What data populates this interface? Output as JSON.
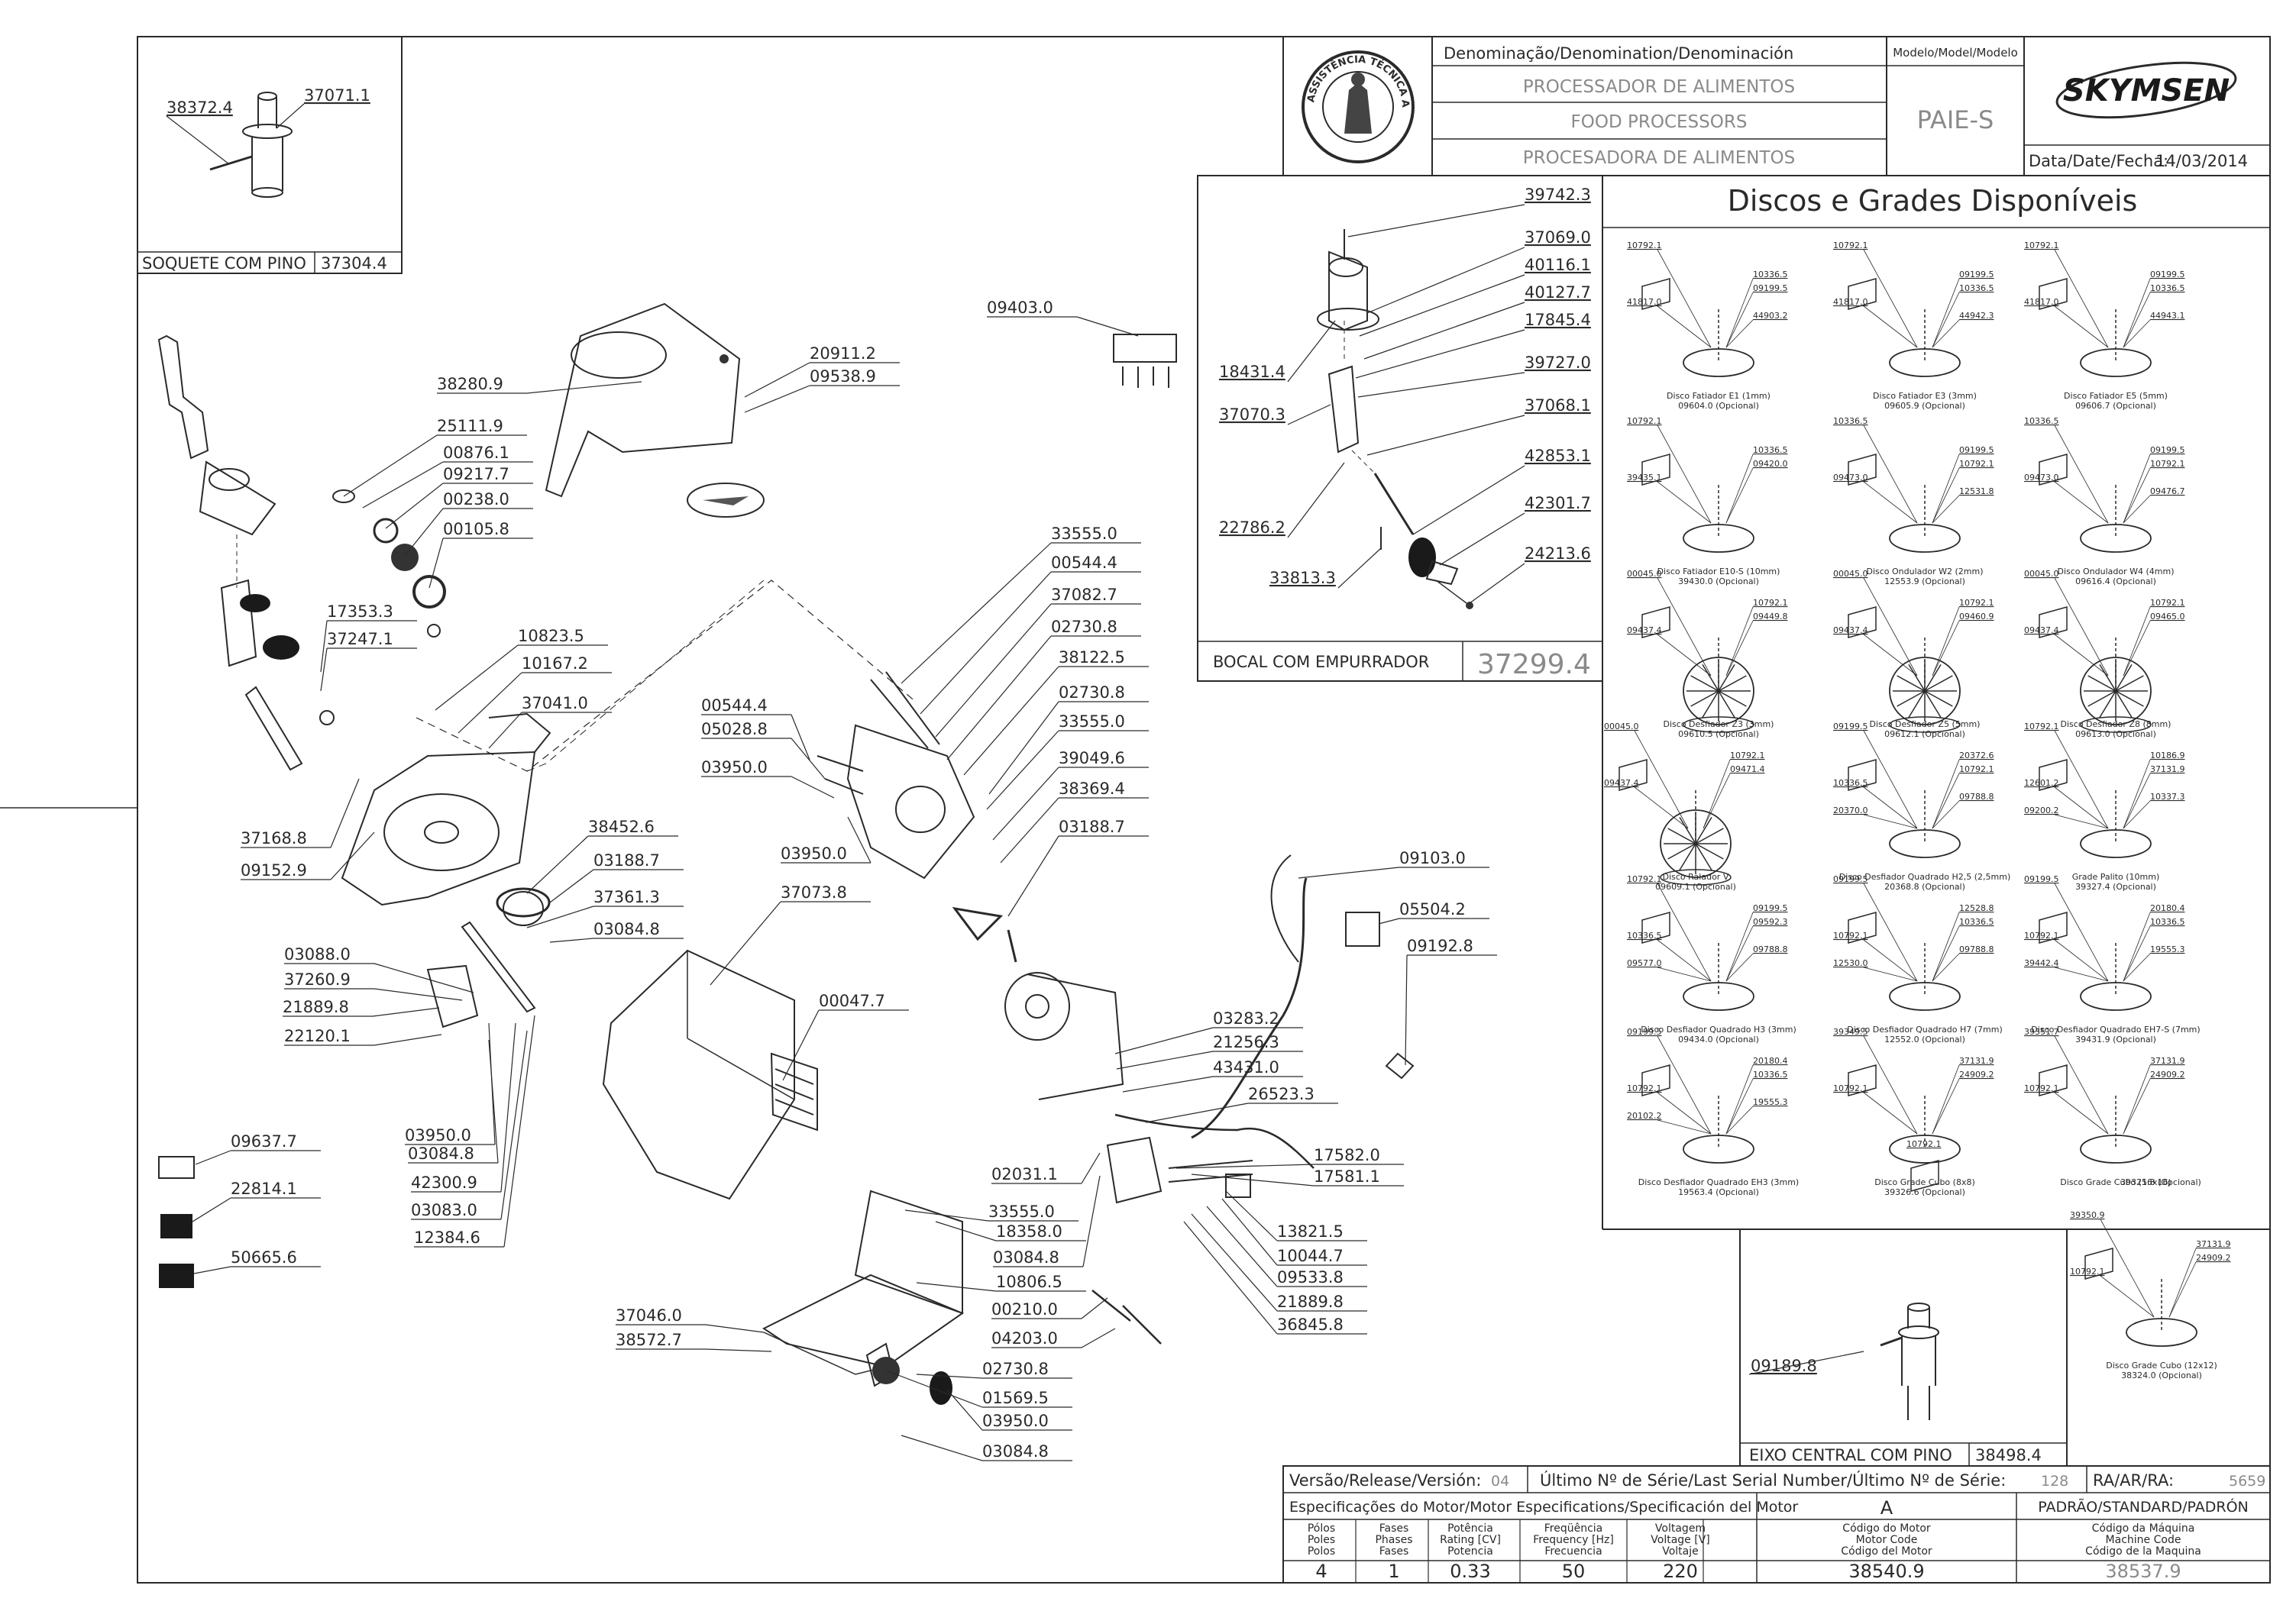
{
  "header": {
    "denomination_label": "Denominação/Denomination/Denominación",
    "model_label": "Modelo/Model/Modelo",
    "name_pt": "PROCESSADOR DE ALIMENTOS",
    "name_en": "FOOD PROCESSORS",
    "name_es": "PROCESADORA DE ALIMENTOS",
    "model": "PAIE-S",
    "brand": "SKYMSEN",
    "seal_text": "ASSISTÊNCIA TÉCNICA AUTORIZADA",
    "date_label": "Data/Date/Fecha:",
    "date": "14/03/2014"
  },
  "socket_panel": {
    "title": "SOQUETE COM PINO",
    "code": "37304.4",
    "labels": [
      "38372.4",
      "37071.1"
    ]
  },
  "chute_panel": {
    "title": "BOCAL COM EMPURRADOR",
    "code": "37299.4",
    "labels": [
      "39742.3",
      "37069.0",
      "40116.1",
      "40127.7",
      "17845.4",
      "18431.4",
      "39727.0",
      "37070.3",
      "37068.1",
      "42853.1",
      "22786.2",
      "42301.7",
      "24213.6",
      "33813.3"
    ]
  },
  "discs_panel": {
    "title": "Discos e Grades Disponíveis",
    "items": [
      {
        "parts": [
          "10792.1",
          "10336.5",
          "09199.5",
          "41817.0",
          "44903.2"
        ],
        "caption": "Disco Fatiador E1 (1mm)",
        "code": "09604.0 (Opcional)"
      },
      {
        "parts": [
          "10792.1",
          "09199.5",
          "10336.5",
          "41817.0",
          "44942.3"
        ],
        "caption": "Disco Fatiador E3 (3mm)",
        "code": "09605.9 (Opcional)"
      },
      {
        "parts": [
          "10792.1",
          "09199.5",
          "10336.5",
          "41817.0",
          "44943.1"
        ],
        "caption": "Disco Fatiador E5 (5mm)",
        "code": "09606.7 (Opcional)"
      },
      {
        "parts": [
          "10792.1",
          "10336.5",
          "09420.0",
          "39435.1"
        ],
        "caption": "Disco Fatiador E10-S (10mm)",
        "code": "39430.0 (Opcional)"
      },
      {
        "parts": [
          "10336.5",
          "09199.5",
          "10792.1",
          "09473.0",
          "12531.8"
        ],
        "caption": "Disco Ondulador W2 (2mm)",
        "code": "12553.9 (Opcional)"
      },
      {
        "parts": [
          "10336.5",
          "09199.5",
          "10792.1",
          "09473.0",
          "09476.7"
        ],
        "caption": "Disco Ondulador W4 (4mm)",
        "code": "09616.4 (Opcional)"
      },
      {
        "parts": [
          "00045.0",
          "10792.1",
          "09449.8",
          "09437.4"
        ],
        "caption": "Disco Desfiador Z3 (3mm)",
        "code": "09610.5 (Opcional)"
      },
      {
        "parts": [
          "00045.0",
          "10792.1",
          "09460.9",
          "09437.4"
        ],
        "caption": "Disco Desfiador Z5 (5mm)",
        "code": "09612.1 (Opcional)"
      },
      {
        "parts": [
          "00045.0",
          "10792.1",
          "09465.0",
          "09437.4"
        ],
        "caption": "Disco Desfiador Z8 (8mm)",
        "code": "09613.0 (Opcional)"
      },
      {
        "parts": [
          "00045.0",
          "10792.1",
          "09471.4",
          "09437.4"
        ],
        "caption": "Disco Ralador V",
        "code": "09609.1 (Opcional)"
      },
      {
        "parts": [
          "09199.5",
          "20372.6",
          "10792.1",
          "10336.5",
          "09788.8",
          "20370.0"
        ],
        "caption": "Disco Desfiador Quadrado H2,5 (2,5mm)",
        "code": "20368.8 (Opcional)"
      },
      {
        "parts": [
          "10792.1",
          "10186.9",
          "37131.9",
          "12601.2",
          "10337.3",
          "09200.2"
        ],
        "caption": "Grade Palito (10mm)",
        "code": "39327.4 (Opcional)"
      },
      {
        "parts": [
          "10792.1",
          "09199.5",
          "09592.3",
          "10336.5",
          "09788.8",
          "09577.0"
        ],
        "caption": "Disco Desfiador Quadrado H3 (3mm)",
        "code": "09434.0 (Opcional)"
      },
      {
        "parts": [
          "09199.5",
          "12528.8",
          "10336.5",
          "10792.1",
          "09788.8",
          "12530.0"
        ],
        "caption": "Disco Desfiador Quadrado H7 (7mm)",
        "code": "12552.0 (Opcional)"
      },
      {
        "parts": [
          "09199.5",
          "20180.4",
          "10336.5",
          "10792.1",
          "19555.3",
          "39442.4"
        ],
        "caption": "Disco Desfiador Quadrado EH7-S (7mm)",
        "code": "39431.9 (Opcional)"
      },
      {
        "parts": [
          "09199.5",
          "20180.4",
          "10336.5",
          "10792.1",
          "19555.3",
          "20102.2"
        ],
        "caption": "Disco Desfiador Quadrado EH3 (3mm)",
        "code": "19563.4 (Opcional)"
      },
      {
        "parts": [
          "39349.5",
          "37131.9",
          "24909.2",
          "10792.1"
        ],
        "caption": "Disco Grade Cubo (8x8)",
        "code": "39326.6 (Opcional)"
      },
      {
        "parts": [
          "39351.7",
          "37131.9",
          "24909.2",
          "10792.1"
        ],
        "caption": "Disco Grade Cubo (16x16)",
        "code": ""
      },
      {
        "parts": [
          "39350.9",
          "37131.9",
          "24909.2",
          "10792.1"
        ],
        "caption": "Disco Grade Cubo (12x12)",
        "code": "38324.0 (Opcional)"
      }
    ],
    "extra_label": "39325.8 (Opcional)"
  },
  "shaft_panel": {
    "title": "EIXO CENTRAL COM PINO",
    "code": "38498.4",
    "labels": [
      "09189.8"
    ]
  },
  "main_labels": [
    "38280.9",
    "20911.2",
    "09538.9",
    "09403.0",
    "25111.9",
    "00876.1",
    "09217.7",
    "00238.0",
    "00105.8",
    "17353.3",
    "37247.1",
    "10823.5",
    "10167.2",
    "37041.0",
    "37168.8",
    "09152.9",
    "38452.6",
    "03188.7",
    "37361.3",
    "03084.8",
    "03088.0",
    "37260.9",
    "21889.8",
    "22120.1",
    "03950.0",
    "03084.8",
    "42300.9",
    "03083.0",
    "12384.6",
    "33555.0",
    "00544.4",
    "37082.7",
    "02730.8",
    "38122.5",
    "02730.8",
    "33555.0",
    "00544.4",
    "05028.8",
    "03950.0",
    "39049.6",
    "38369.4",
    "03188.7",
    "03950.0",
    "37073.8",
    "00047.7",
    "09103.0",
    "05504.2",
    "09192.8",
    "03283.2",
    "21256.3",
    "43431.0",
    "26523.3",
    "02031.1",
    "33555.0",
    "18358.0",
    "03084.8",
    "10806.5",
    "00210.0",
    "04203.0",
    "17582.0",
    "17581.1",
    "13821.5",
    "10044.7",
    "09533.8",
    "21889.8",
    "36845.8",
    "37046.0",
    "38572.7",
    "02730.8",
    "01569.5",
    "03950.0",
    "03084.8",
    "09637.7",
    "22814.1",
    "50665.6"
  ],
  "footer": {
    "version_label": "Versão/Release/Versión:",
    "version": "04",
    "serial_label": "Último Nº de Série/Last Serial Number/Último Nº de Série:",
    "serial": "128",
    "ra_label": "RA/AR/RA:",
    "ra": "5659",
    "motor_spec_label": "Especificações do Motor/Motor Especifications/Specificación del Motor",
    "col_a": "A",
    "col_std": "PADRÃO/STANDARD/PADRÓN",
    "columns": [
      {
        "header": [
          "Pólos",
          "Poles",
          "Polos"
        ],
        "value": "4"
      },
      {
        "header": [
          "Fases",
          "Phases",
          "Fases"
        ],
        "value": "1"
      },
      {
        "header": [
          "Potência",
          "Rating [CV]",
          "Potencia"
        ],
        "value": "0.33"
      },
      {
        "header": [
          "Freqüência",
          "Frequency [Hz]",
          "Frecuencia"
        ],
        "value": "50"
      },
      {
        "header": [
          "Voltagem",
          "Voltage [V]",
          "Voltaje"
        ],
        "value": "220"
      },
      {
        "header": [
          "Código do Motor",
          "Motor Code",
          "Código del Motor"
        ],
        "value": "38540.9"
      },
      {
        "header": [
          "Código da Máquina",
          "Machine Code",
          "Código de la Maquina"
        ],
        "value": "38537.9"
      }
    ]
  }
}
